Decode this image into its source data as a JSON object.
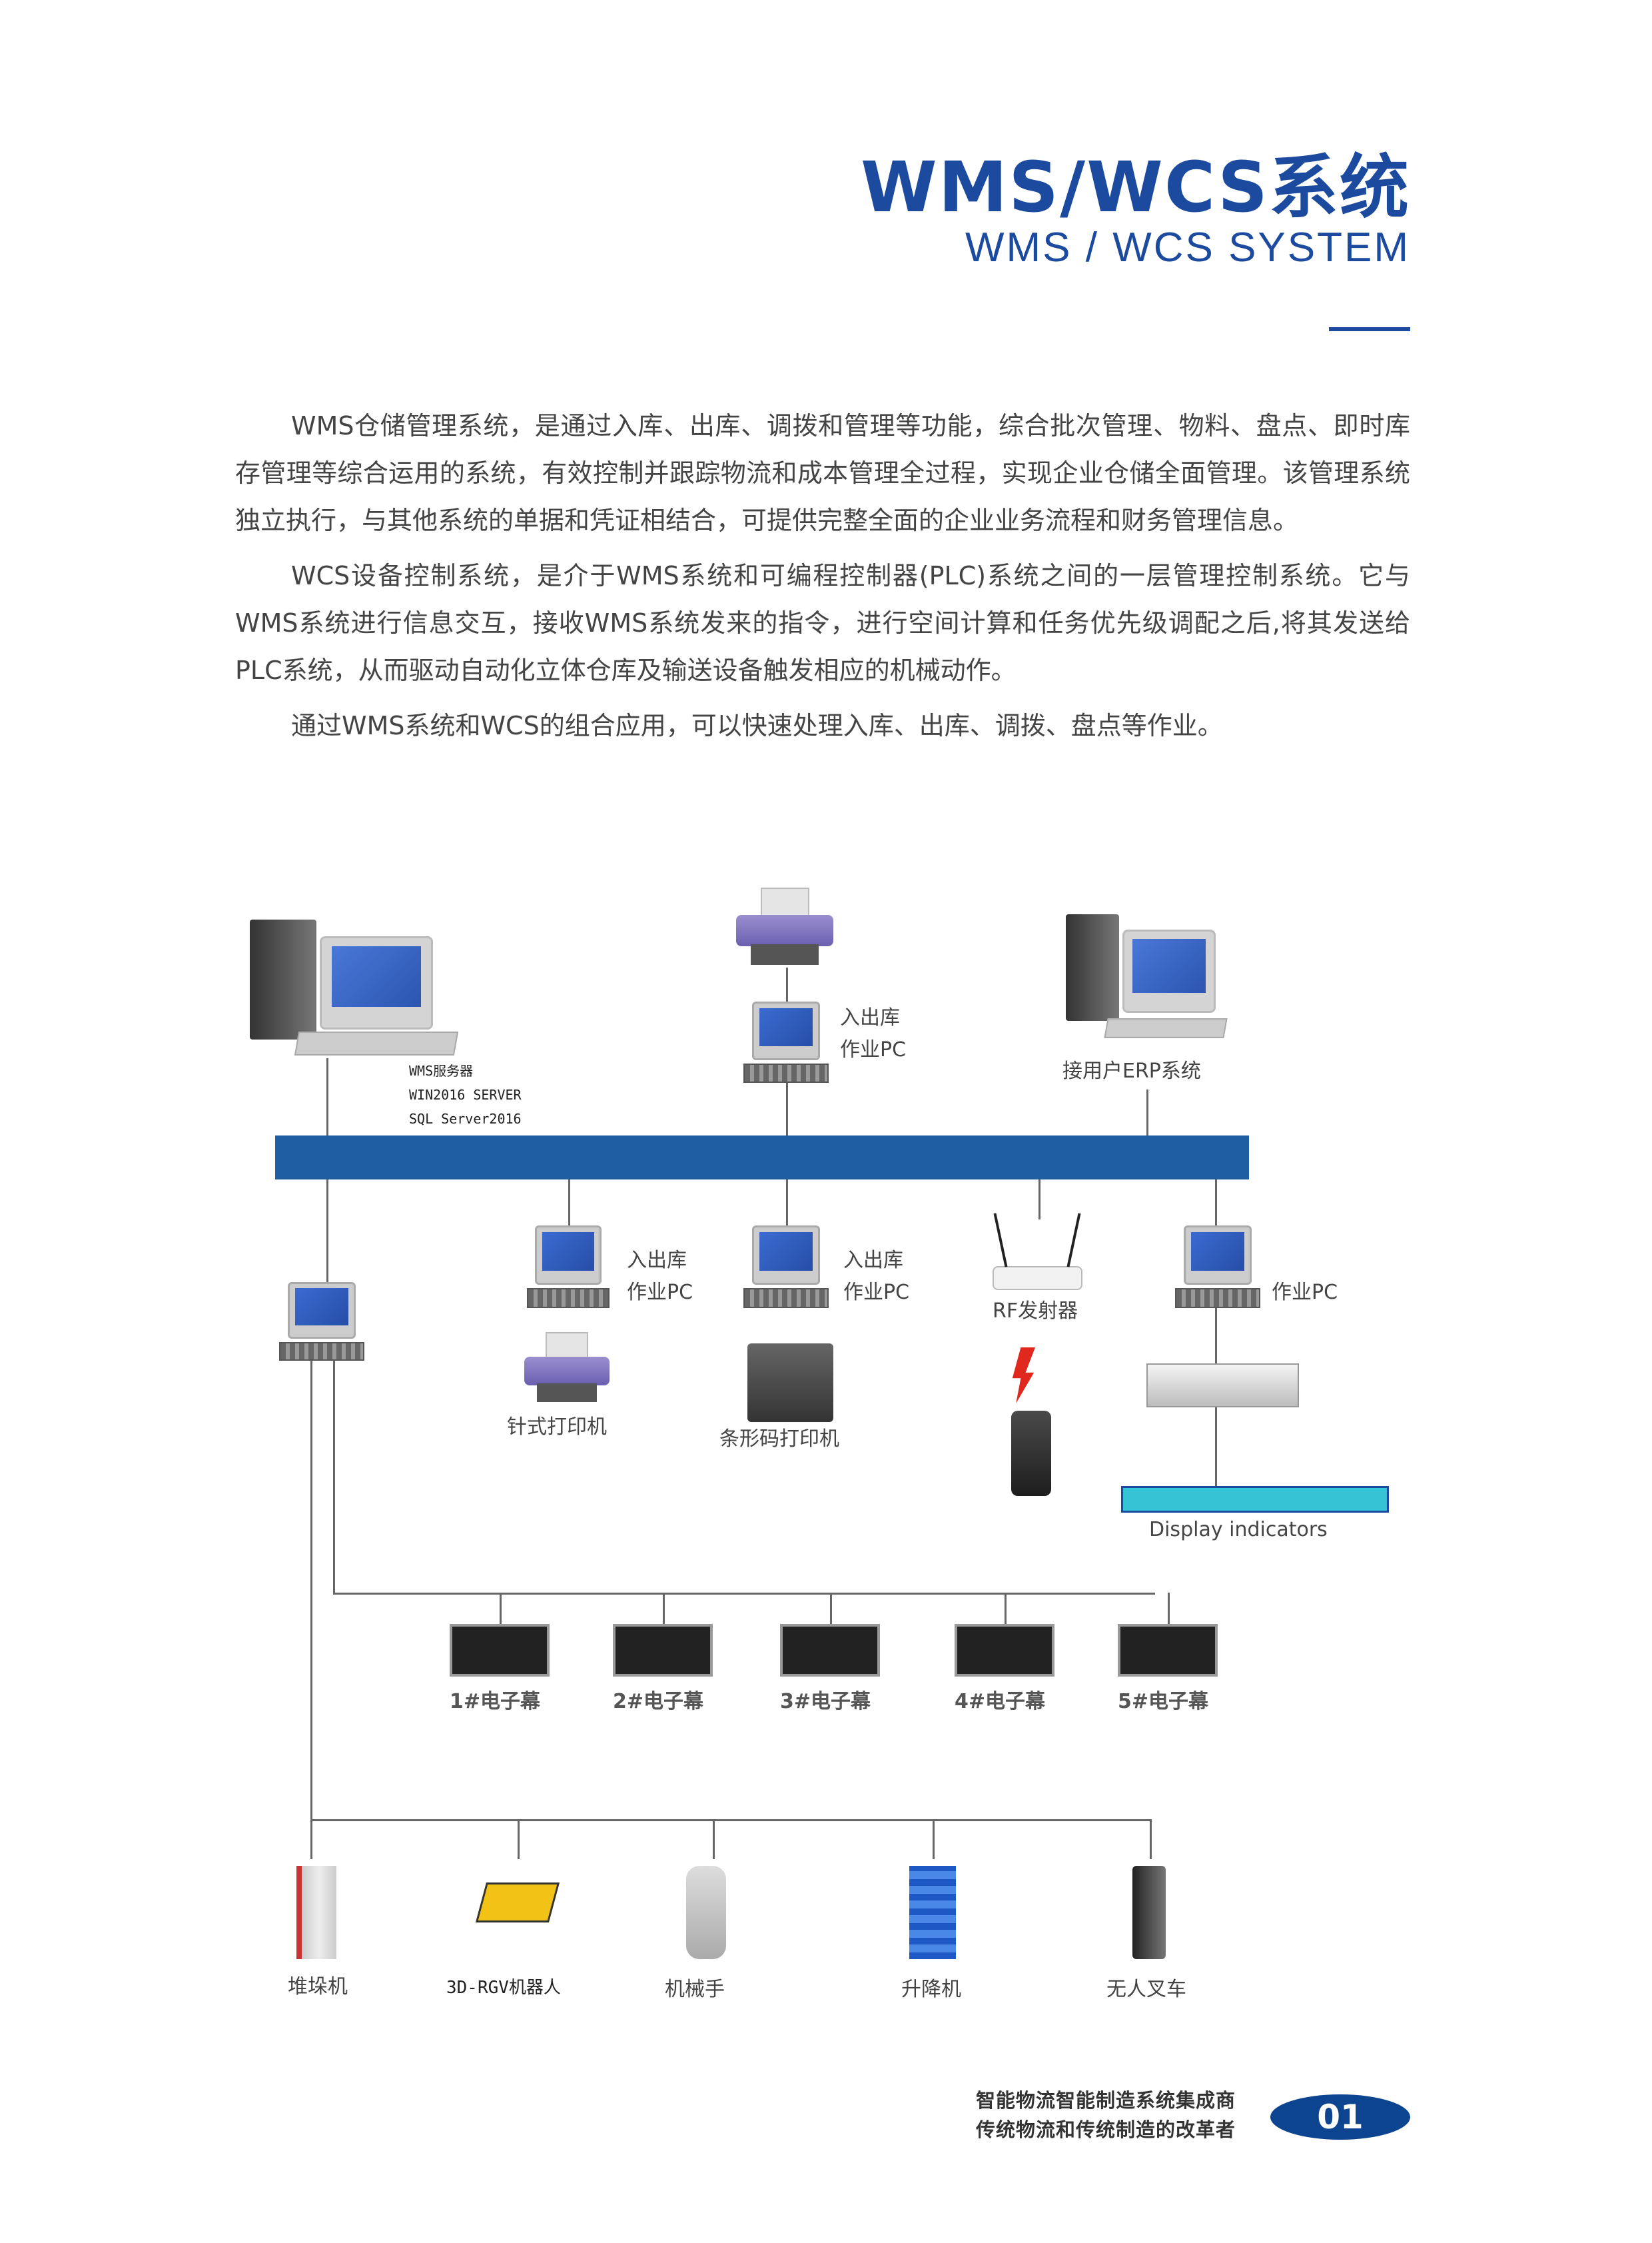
{
  "header": {
    "title": "WMS/WCS系统",
    "subtitle": "WMS / WCS SYSTEM"
  },
  "body": {
    "paragraphs": [
      "WMS仓储管理系统，是通过入库、出库、调拨和管理等功能，综合批次管理、物料、盘点、即时库存管理等综合运用的系统，有效控制并跟踪物流和成本管理全过程，实现企业仓储全面管理。该管理系统独立执行，与其他系统的单据和凭证相结合，可提供完整全面的企业业务流程和财务管理信息。",
      "WCS设备控制系统，是介于WMS系统和可编程控制器(PLC)系统之间的一层管理控制系统。它与WMS系统进行信息交互，接收WMS系统发来的指令，进行空间计算和任务优先级调配之后,将其发送给PLC系统，从而驱动自动化立体仓库及输送设备触发相应的机械动作。",
      "通过WMS系统和WCS的组合应用，可以快速处理入库、出库、调拨、盘点等作业。"
    ]
  },
  "diagram": {
    "server": {
      "line1": "WMS服务器",
      "line2": "WIN2016 SERVER",
      "line3": "SQL Server2016"
    },
    "top_pc": {
      "line1": "入出库",
      "line2": "作业PC"
    },
    "erp": "接用户ERP系统",
    "pc1": {
      "line1": "入出库",
      "line2": "作业PC"
    },
    "pc2": {
      "line1": "入出库",
      "line2": "作业PC"
    },
    "pc3": "作业PC",
    "dot_printer": "针式打印机",
    "barcode_printer": "条形码打印机",
    "rf": "RF发射器",
    "display": "Display indicators",
    "screens": [
      "1#电子幕",
      "2#电子幕",
      "3#电子幕",
      "4#电子幕",
      "5#电子幕"
    ],
    "devices": [
      "堆垛机",
      "3D-RGV机器人",
      "机械手",
      "升降机",
      "无人叉车"
    ]
  },
  "footer": {
    "line1": "智能物流智能制造系统集成商",
    "line2": "传统物流和传统制造的改革者",
    "page": "01"
  }
}
